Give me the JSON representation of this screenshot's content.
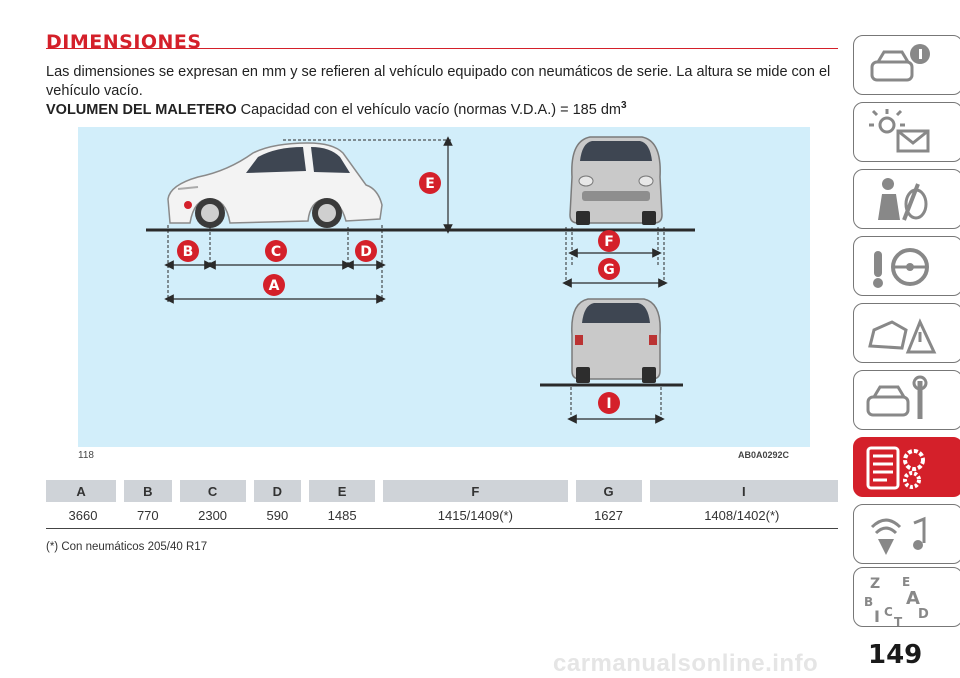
{
  "page": {
    "title": "DIMENSIONES",
    "intro": "Las dimensiones se expresan en mm y se refieren al vehículo equipado con neumáticos de serie. La altura se mide con el vehículo vacío.",
    "trunk_label": "VOLUMEN DEL MALETERO",
    "trunk_text": " Capacidad con el vehículo vacío (normas V.D.A.) = 185 dm",
    "trunk_sup": "3",
    "page_number": "149",
    "watermark": "carmanualsonline.info"
  },
  "figure": {
    "number": "118",
    "code": "AB0A0292C",
    "callouts": {
      "a": "A",
      "b": "B",
      "c": "C",
      "d": "D",
      "e": "E",
      "f": "F",
      "g": "G",
      "i": "I"
    },
    "colors": {
      "background": "#d2eefa",
      "callout": "#d4202a",
      "ground": "#2a2a2a"
    }
  },
  "table": {
    "headers": [
      "A",
      "B",
      "C",
      "D",
      "E",
      "F",
      "G",
      "I"
    ],
    "values": [
      "3660",
      "770",
      "2300",
      "590",
      "1485",
      "1415/1409(*)",
      "1627",
      "1408/1402(*)"
    ]
  },
  "footnote": "(*) Con neumáticos 205/40 R17",
  "side_tabs": [
    {
      "icon": "car-info-icon",
      "active": false
    },
    {
      "icon": "warning-lights-icon",
      "active": false
    },
    {
      "icon": "seatbelt-airbag-icon",
      "active": false
    },
    {
      "icon": "steering-wheel-icon",
      "active": false
    },
    {
      "icon": "car-accident-icon",
      "active": false
    },
    {
      "icon": "maintenance-icon",
      "active": false
    },
    {
      "icon": "technical-data-icon",
      "active": true
    },
    {
      "icon": "multimedia-icon",
      "active": false
    },
    {
      "icon": "index-icon",
      "active": false
    }
  ]
}
